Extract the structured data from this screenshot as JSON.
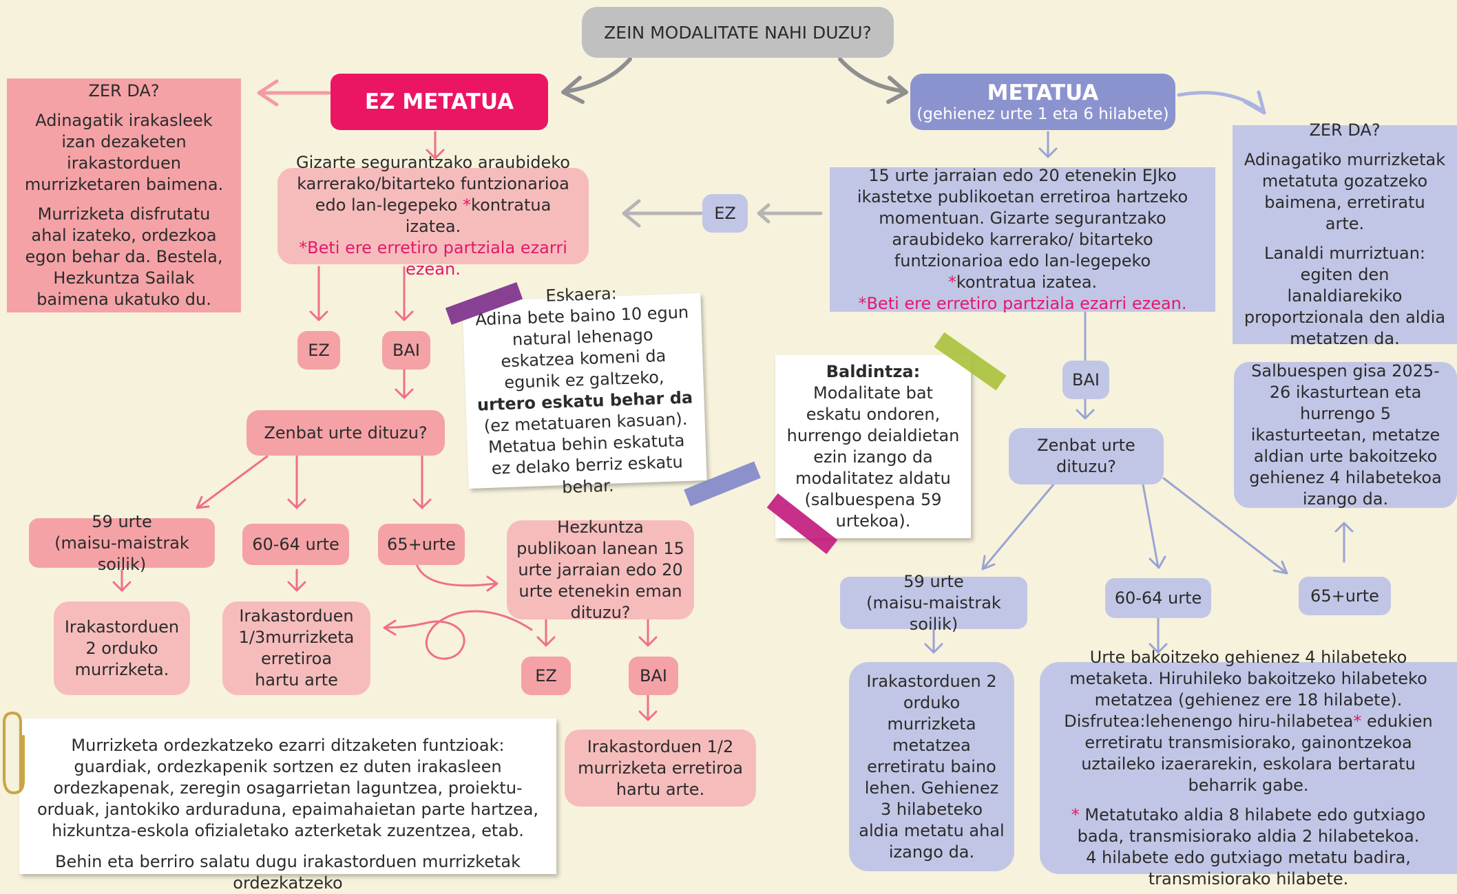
{
  "question": "ZEIN MODALITATE NAHI DUZU?",
  "left": {
    "title": "EZ METATUA",
    "zer_da": {
      "heading": "ZER DA?",
      "p1": "Adinagatik irakasleek izan dezaketen irakastorduen murrizketaren baimena.",
      "p2": "Murrizketa disfrutatu ahal izateko, ordezkoa egon behar da. Bestela, Hezkuntza Sailak baimena ukatuko du."
    },
    "condition": {
      "line1": "Gizarte segurantzako araubideko karrerako/bitarteko funtzionarioa edo lan-legepeko ",
      "star": "*",
      "line2": "kontratua izatea.",
      "note": "*Beti ere erretiro partziala ezarri ezean."
    },
    "ez": "EZ",
    "bai": "BAI",
    "age_question": "Zenbat urte dituzu?",
    "age_59": "59 urte\n(maisu-maistrak soilik)",
    "age_60_64": "60-64 urte",
    "age_65": "65+urte",
    "result_59": "Irakastorduen\n2 orduko\nmurrizketa.",
    "result_60_64": "Irakastorduen\n1/3murrizketa\nerretiroa\nhartu arte",
    "service_question": "Hezkuntza publikoan lanean 15 urte jarraian edo 20 urte etenekin eman dituzu?",
    "service_ez": "EZ",
    "service_bai": "BAI",
    "result_bai": "Irakastorduen 1/2 murrizketa erretiroa hartu arte."
  },
  "eskaera": {
    "heading": "Eskaera:",
    "text1": "Adina bete baino 10 egun natural lehenago eskatzea komeni da egunik ez galtzeko,",
    "text_bold": "urtero eskatu behar da",
    "text2": "(ez metatuaren kasuan). Metatua behin eskatuta ez delako berriz eskatu behar."
  },
  "baldintza": {
    "heading": "Baldintza:",
    "text": "Modalitate bat eskatu ondoren, hurrengo deialdietan ezin izango da modalitatez aldatu (salbuespena 59 urtekoa)."
  },
  "right": {
    "title": "METATUA",
    "subtitle": "(gehienez urte 1 eta 6 hilabete)",
    "zer_da": {
      "heading": "ZER DA?",
      "p1": "Adinagatiko murrizketak metatuta gozatzeko baimena, erretiratu arte.",
      "p2": "Lanaldi murriztuan: egiten den lanaldiarekiko proportzionala den aldia metatzen da."
    },
    "condition": {
      "line1": "15 urte jarraian edo 20 etenekin EJko ikastetxe publikoetan erretiroa hartzeko momentuan. Gizarte segurantzako araubideko karrerako/ bitarteko funtzionarioa edo lan-legepeko",
      "star": "*",
      "line2": "kontratua izatea.",
      "note": "*Beti ere erretiro partziala ezarri ezean."
    },
    "ez": "EZ",
    "bai": "BAI",
    "age_question": "Zenbat urte dituzu?",
    "age_59": "59 urte\n(maisu-maistrak soilik)",
    "age_60_64": "60-64 urte",
    "age_65": "65+urte",
    "salbuespen": "Salbuespen gisa 2025-26 ikasturtean eta hurrengo 5 ikasturteetan, metatze aldian urte bakoitzeko gehienez 4 hilabetekoa izango da.",
    "result_59": "Irakastorduen 2 orduko murrizketa metatzea erretiratu baino lehen. Gehienez 3 hilabeteko aldia metatu ahal izango da.",
    "result_60_64": {
      "p1a": "Urte bakoitzeko gehienez 4 hilabeteko metaketa. Hiruhileko bakoitzeko hilabeteko metatzea (gehienez ere 18 hilabete). Disfrutea:lehenengo hiru-hilabetea",
      "p1star": "*",
      "p1b": " edukien erretiratu transmisiorako, gainontzekoa uztaileko izaerarekin, eskolara bertaratu beharrik gabe.",
      "p2star": "* ",
      "p2": "Metatutako aldia 8 hilabete edo gutxiago bada, transmisiorako aldia 2 hilabetekoa.\n4 hilabete edo gutxiago metatu badira, transmisiorako hilabete."
    }
  },
  "footer": {
    "p1": "Murrizketa ordezkatzeko ezarri ditzaketen funtzioak: guardiak, ordezkapenik sortzen ez duten irakasleen ordezkapenak, zeregin osagarrietan laguntzea, proiektu-orduak, jantokiko arduraduna, epaimahaietan parte hartzea, hizkuntza-eskola ofizialetako azterketak zuzentzea, etab.",
    "p2": "Behin eta berriro salatu dugu irakastorduen murrizketak ordezkatzeko"
  },
  "colors": {
    "background": "#f7f2dc",
    "pink": "#f6bcbc",
    "magenta": "#ec1564",
    "lavender": "#c2c6e6",
    "violet": "#8b93cf"
  }
}
